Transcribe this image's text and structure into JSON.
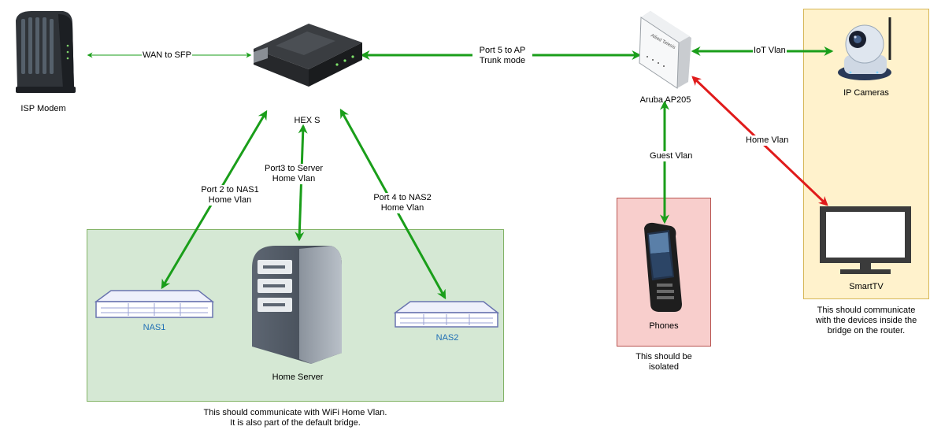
{
  "nodes": {
    "isp_modem": "ISP Modem",
    "hex_s": "HEX S",
    "aruba": "Aruba AP205",
    "ip_cameras": "IP Cameras",
    "smarttv": "SmartTV",
    "phones": "Phones",
    "nas1": "NAS1",
    "nas2": "NAS2",
    "home_server": "Home Server"
  },
  "edges": {
    "wan": "WAN to SFP",
    "port5_line1": "Port 5 to AP",
    "port5_line2": "Trunk mode",
    "iot": "IoT Vlan",
    "home_vlan_tv": "Home Vlan",
    "guest": "Guest Vlan",
    "port2_line1": "Port 2 to NAS1",
    "port2_line2": "Home Vlan",
    "port3_line1": "Port3 to Server",
    "port3_line2": "Home Vlan",
    "port4_line1": "Port 4 to NAS2",
    "port4_line2": "Home Vlan"
  },
  "notes": {
    "phones_line1": "This should be",
    "phones_line2": "isolated",
    "iot_line1": "This should communicate",
    "iot_line2": "with the devices inside the",
    "iot_line3": "bridge on the router.",
    "lan_line1": "This should communicate with WiFi Home Vlan.",
    "lan_line2": "It is also part of the default bridge."
  },
  "colors": {
    "green_link": "#1a9e1a",
    "red_link": "#e01b1b",
    "lan_zone_fill": "#d5e8d4",
    "lan_zone_border": "#82b366",
    "phone_zone_fill": "#f8cecc",
    "phone_zone_border": "#b85450",
    "iot_zone_fill": "#fff2cc",
    "iot_zone_border": "#d6b656",
    "nas_label": "#1f6fb5"
  },
  "icons": [
    "modem-icon",
    "router-icon",
    "access-point-icon",
    "ip-camera-icon",
    "tv-icon",
    "phone-icon",
    "nas-icon",
    "server-icon"
  ]
}
